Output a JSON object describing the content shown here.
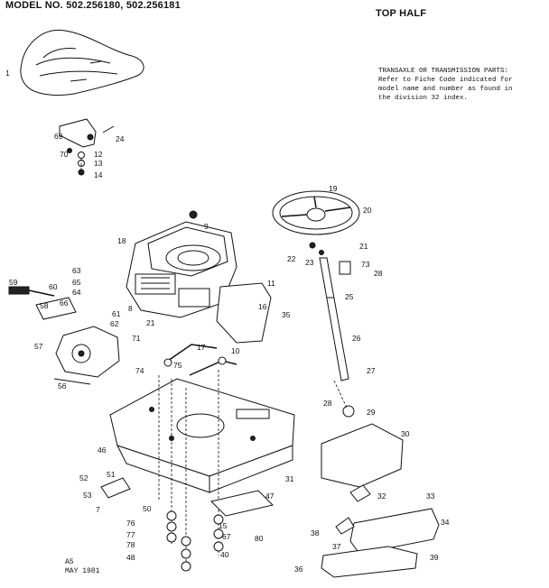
{
  "header": {
    "model_text": "MODEL NO. 502.256180, 502.256181",
    "section_title": "TOP HALF"
  },
  "note": {
    "lines": [
      "TRANSAXLE OR TRANSMISSION PARTS:",
      "Refer to Fiche Code indicated for",
      "model name and number as found in",
      "the division 32 index."
    ]
  },
  "footer": {
    "code": "A5",
    "date": "MAY 1981"
  },
  "callouts": [
    "1",
    "69",
    "70",
    "24",
    "12",
    "13",
    "14",
    "19",
    "20",
    "21",
    "22",
    "23",
    "73",
    "28",
    "18",
    "9",
    "11",
    "25",
    "63",
    "65",
    "64",
    "59",
    "60",
    "58",
    "66",
    "62",
    "61",
    "16",
    "35",
    "8",
    "71",
    "57",
    "21",
    "17",
    "10",
    "26",
    "56",
    "75",
    "74",
    "27",
    "28",
    "29",
    "46",
    "30",
    "32",
    "52",
    "51",
    "53",
    "7",
    "50",
    "76",
    "77",
    "78",
    "47",
    "15",
    "67",
    "40",
    "48",
    "33",
    "34",
    "37",
    "38",
    "39",
    "36",
    "80",
    "31"
  ]
}
